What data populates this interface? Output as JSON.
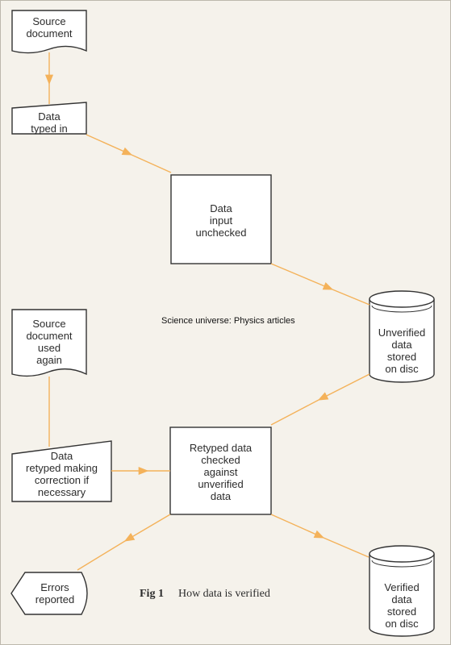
{
  "nodes": {
    "source_document": [
      "Source",
      "document"
    ],
    "data_typed_in": [
      "Data",
      "typed in"
    ],
    "data_input_unchecked": [
      "Data",
      "input",
      "unchecked"
    ],
    "unverified_disc": [
      "Unverified",
      "data",
      "stored",
      "on disc"
    ],
    "source_document_again": [
      "Source",
      "document",
      "used",
      "again"
    ],
    "data_retyped": [
      "Data",
      "retyped making",
      "correction if",
      "necessary"
    ],
    "retyped_checked": [
      "Retyped data",
      "checked",
      "against",
      "unverified",
      "data"
    ],
    "errors_reported": [
      "Errors",
      "reported"
    ],
    "verified_disc": [
      "Verified",
      "data",
      "stored",
      "on disc"
    ]
  },
  "watermark": "Science universe: Physics articles",
  "caption": {
    "label": "Fig 1",
    "text": "How data is verified"
  },
  "colors": {
    "arrow": "#f4b25a",
    "outline": "#333333"
  }
}
